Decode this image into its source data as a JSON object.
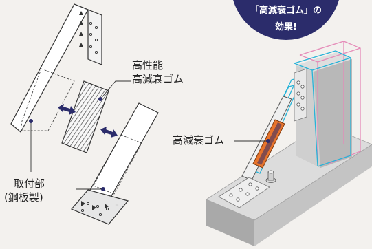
{
  "badge": {
    "line1": "「高減衰ゴム」の",
    "line2": "効果!",
    "color": "#2b2c6b"
  },
  "labels": {
    "rubber_line1": "高性能",
    "rubber_line2": "高減衰ゴム",
    "rubber_assembled": "高減衰ゴム",
    "mount_line1": "取付部",
    "mount_line2": "(鋼板製)"
  },
  "colors": {
    "steel_plate": "#ffffff",
    "outline": "#333333",
    "rubber_hatch": "#555555",
    "arrow": "#2b2c6b",
    "leader_dot": "#2b2c6b",
    "concrete_light": "#dcdcdc",
    "concrete_mid": "#c4c4c4",
    "concrete_dark": "#a9a9a9",
    "cyan_outline": "#27b3d8",
    "pink_outline": "#e58bb8",
    "rubber_orange": "#e8742c"
  },
  "icons": {
    "arrows": "double-arrow-icon",
    "bolt_holes": "bolt-hole-icon"
  }
}
